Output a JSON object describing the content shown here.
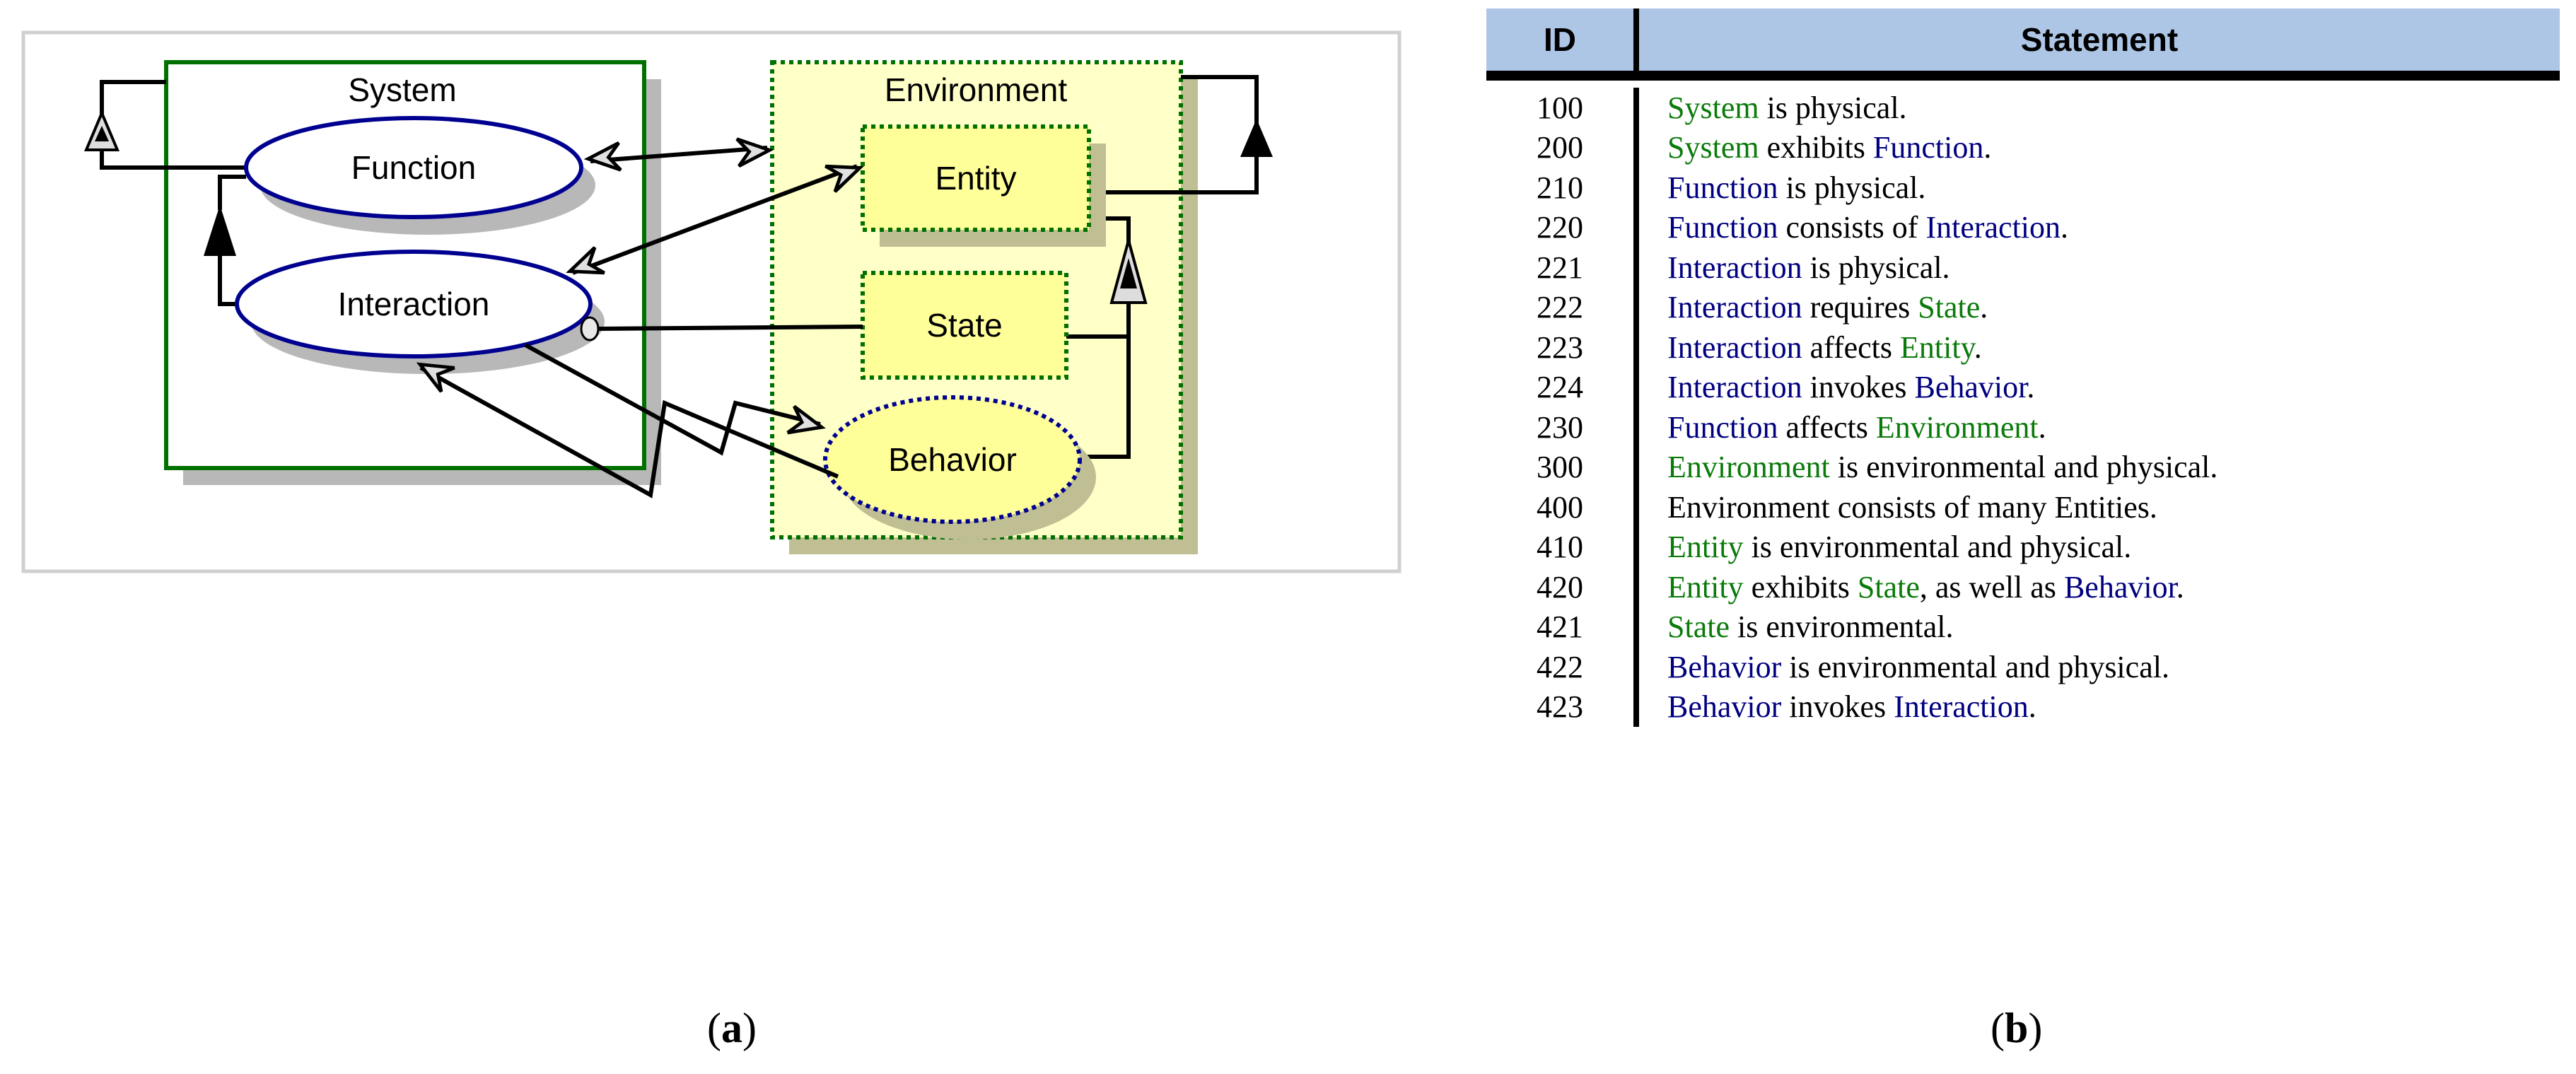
{
  "diagram": {
    "system_label": "System",
    "environment_label": "Environment",
    "function_label": "Function",
    "interaction_label": "Interaction",
    "entity_label": "Entity",
    "state_label": "State",
    "behavior_label": "Behavior",
    "colors": {
      "system_border": "#007000",
      "ellipse_border": "#000090",
      "env_fill": "#ffffc8",
      "node_fill": "#ffff99",
      "env_border": "#007000"
    }
  },
  "captions": {
    "a": "a",
    "b": "b"
  },
  "table": {
    "headers": {
      "id": "ID",
      "statement": "Statement"
    },
    "colors": {
      "green": "#0a7a0a",
      "blue": "#000080",
      "black": "#000000",
      "header_bg": "#aec6e6"
    },
    "rows": [
      {
        "id": "100",
        "segments": [
          {
            "t": "System",
            "c": "green"
          },
          {
            "t": " is physical.",
            "c": "black"
          }
        ]
      },
      {
        "id": "200",
        "segments": [
          {
            "t": "System",
            "c": "green"
          },
          {
            "t": " exhibits ",
            "c": "black"
          },
          {
            "t": "Function",
            "c": "blue"
          },
          {
            "t": ".",
            "c": "black"
          }
        ]
      },
      {
        "id": "210",
        "segments": [
          {
            "t": "Function",
            "c": "blue"
          },
          {
            "t": " is physical.",
            "c": "black"
          }
        ]
      },
      {
        "id": "220",
        "segments": [
          {
            "t": "Function",
            "c": "blue"
          },
          {
            "t": " consists of ",
            "c": "black"
          },
          {
            "t": "Interaction",
            "c": "blue"
          },
          {
            "t": ".",
            "c": "black"
          }
        ]
      },
      {
        "id": "221",
        "segments": [
          {
            "t": "Interaction",
            "c": "blue"
          },
          {
            "t": " is physical.",
            "c": "black"
          }
        ]
      },
      {
        "id": "222",
        "segments": [
          {
            "t": "Interaction",
            "c": "blue"
          },
          {
            "t": " requires ",
            "c": "black"
          },
          {
            "t": "State",
            "c": "green"
          },
          {
            "t": ".",
            "c": "black"
          }
        ]
      },
      {
        "id": "223",
        "segments": [
          {
            "t": "Interaction",
            "c": "blue"
          },
          {
            "t": " affects ",
            "c": "black"
          },
          {
            "t": "Entity",
            "c": "green"
          },
          {
            "t": ".",
            "c": "black"
          }
        ]
      },
      {
        "id": "224",
        "segments": [
          {
            "t": "Interaction",
            "c": "blue"
          },
          {
            "t": " invokes ",
            "c": "black"
          },
          {
            "t": "Behavior",
            "c": "blue"
          },
          {
            "t": ".",
            "c": "black"
          }
        ]
      },
      {
        "id": "230",
        "segments": [
          {
            "t": "Function",
            "c": "blue"
          },
          {
            "t": " affects ",
            "c": "black"
          },
          {
            "t": "Environment",
            "c": "green"
          },
          {
            "t": ".",
            "c": "black"
          }
        ]
      },
      {
        "id": "300",
        "segments": [
          {
            "t": "Environment",
            "c": "green"
          },
          {
            "t": " is environmental and physical.",
            "c": "black"
          }
        ]
      },
      {
        "id": "400",
        "segments": [
          {
            "t": "Environment consists of many Entities.",
            "c": "black"
          }
        ]
      },
      {
        "id": "410",
        "segments": [
          {
            "t": "Entity",
            "c": "green"
          },
          {
            "t": " is environmental and physical.",
            "c": "black"
          }
        ]
      },
      {
        "id": "420",
        "segments": [
          {
            "t": "Entity",
            "c": "green"
          },
          {
            "t": " exhibits ",
            "c": "black"
          },
          {
            "t": "State",
            "c": "green"
          },
          {
            "t": ", as well as ",
            "c": "black"
          },
          {
            "t": "Behavior",
            "c": "blue"
          },
          {
            "t": ".",
            "c": "black"
          }
        ]
      },
      {
        "id": "421",
        "segments": [
          {
            "t": "State",
            "c": "green"
          },
          {
            "t": " is environmental.",
            "c": "black"
          }
        ]
      },
      {
        "id": "422",
        "segments": [
          {
            "t": "Behavior",
            "c": "blue"
          },
          {
            "t": " is environmental and physical.",
            "c": "black"
          }
        ]
      },
      {
        "id": "423",
        "segments": [
          {
            "t": "Behavior",
            "c": "blue"
          },
          {
            "t": " invokes ",
            "c": "black"
          },
          {
            "t": "Interaction",
            "c": "blue"
          },
          {
            "t": ".",
            "c": "black"
          }
        ]
      }
    ]
  }
}
